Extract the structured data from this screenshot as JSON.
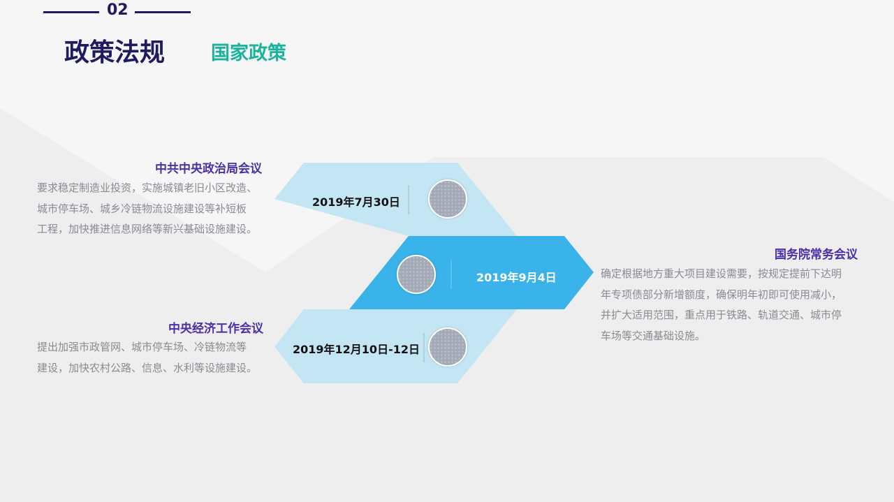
{
  "header": {
    "number": "02",
    "title": "政策法规",
    "subtitle": "国家政策"
  },
  "colors": {
    "dark": "#1f1b5e",
    "accent": "#1bb39b",
    "light_blue": "#c3e5f4",
    "blue": "#3ab3ea",
    "heading": "#4a2fa8"
  },
  "items": [
    {
      "title": "中共中央政治局会议",
      "date": "2019年7月30日",
      "text": [
        "要求稳定制造业投资，实施城镇老旧小区改造、",
        "城市停车场、城乡冷链物流设施建设等补短板",
        "工程，加快推进信息网络等新兴基础设施建设。"
      ]
    },
    {
      "title": "国务院常务会议",
      "date": "2019年9月4日",
      "text": [
        "确定根据地方重大项目建设需要，按规定提前下达明",
        "年专项债部分新增额度，确保明年初即可使用减小，",
        "并扩大适用范围，重点用于铁路、轨道交通、城市停",
        "车场等交通基础设施。"
      ]
    },
    {
      "title": "中央经济工作会议",
      "date": "2019年12月10日-12日",
      "text": [
        "提出加强市政管网、城市停车场、冷链物流等",
        "建设，加快农村公路、信息、水利等设施建设。"
      ]
    }
  ]
}
